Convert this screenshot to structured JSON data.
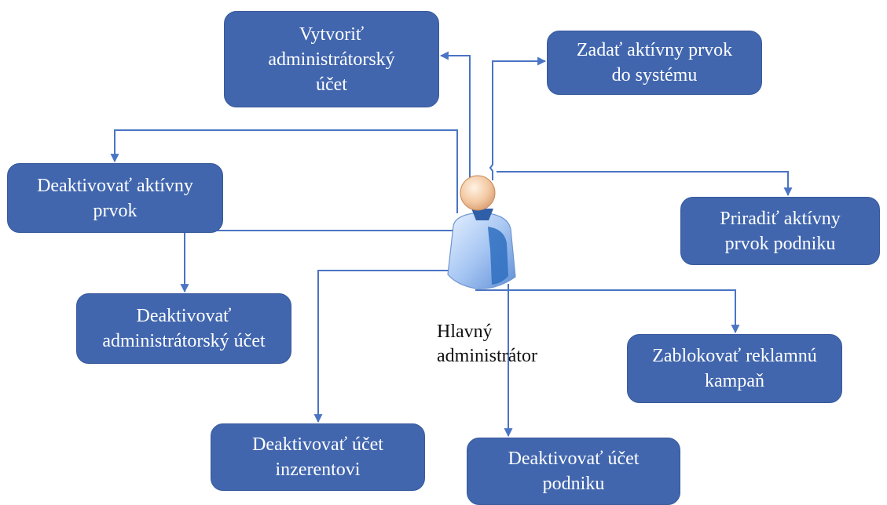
{
  "colors": {
    "box_fill": "#4166ae",
    "line": "#4a74c4",
    "text_on_box": "#ffffff"
  },
  "boxes": {
    "create_admin": "Vytvoriť\nadministrátorský\núčet",
    "enter_asset": "Zadať aktívny prvok\ndo systému",
    "deactivate_asset": "Deaktivovať aktívny\nprvok",
    "assign_asset": "Priradiť aktívny\nprvok podniku",
    "deactivate_admin": "Deaktivovať\nadministrátorský účet",
    "block_campaign": "Zablokovať reklamnú\nkampaň",
    "deactivate_advertiser": "Deaktivovať účet\ninzerentovi",
    "deactivate_business": "Deaktivovať účet\npodniku"
  },
  "actor": {
    "label": "Hlavný\nadministrátor",
    "icon": "user-icon"
  }
}
